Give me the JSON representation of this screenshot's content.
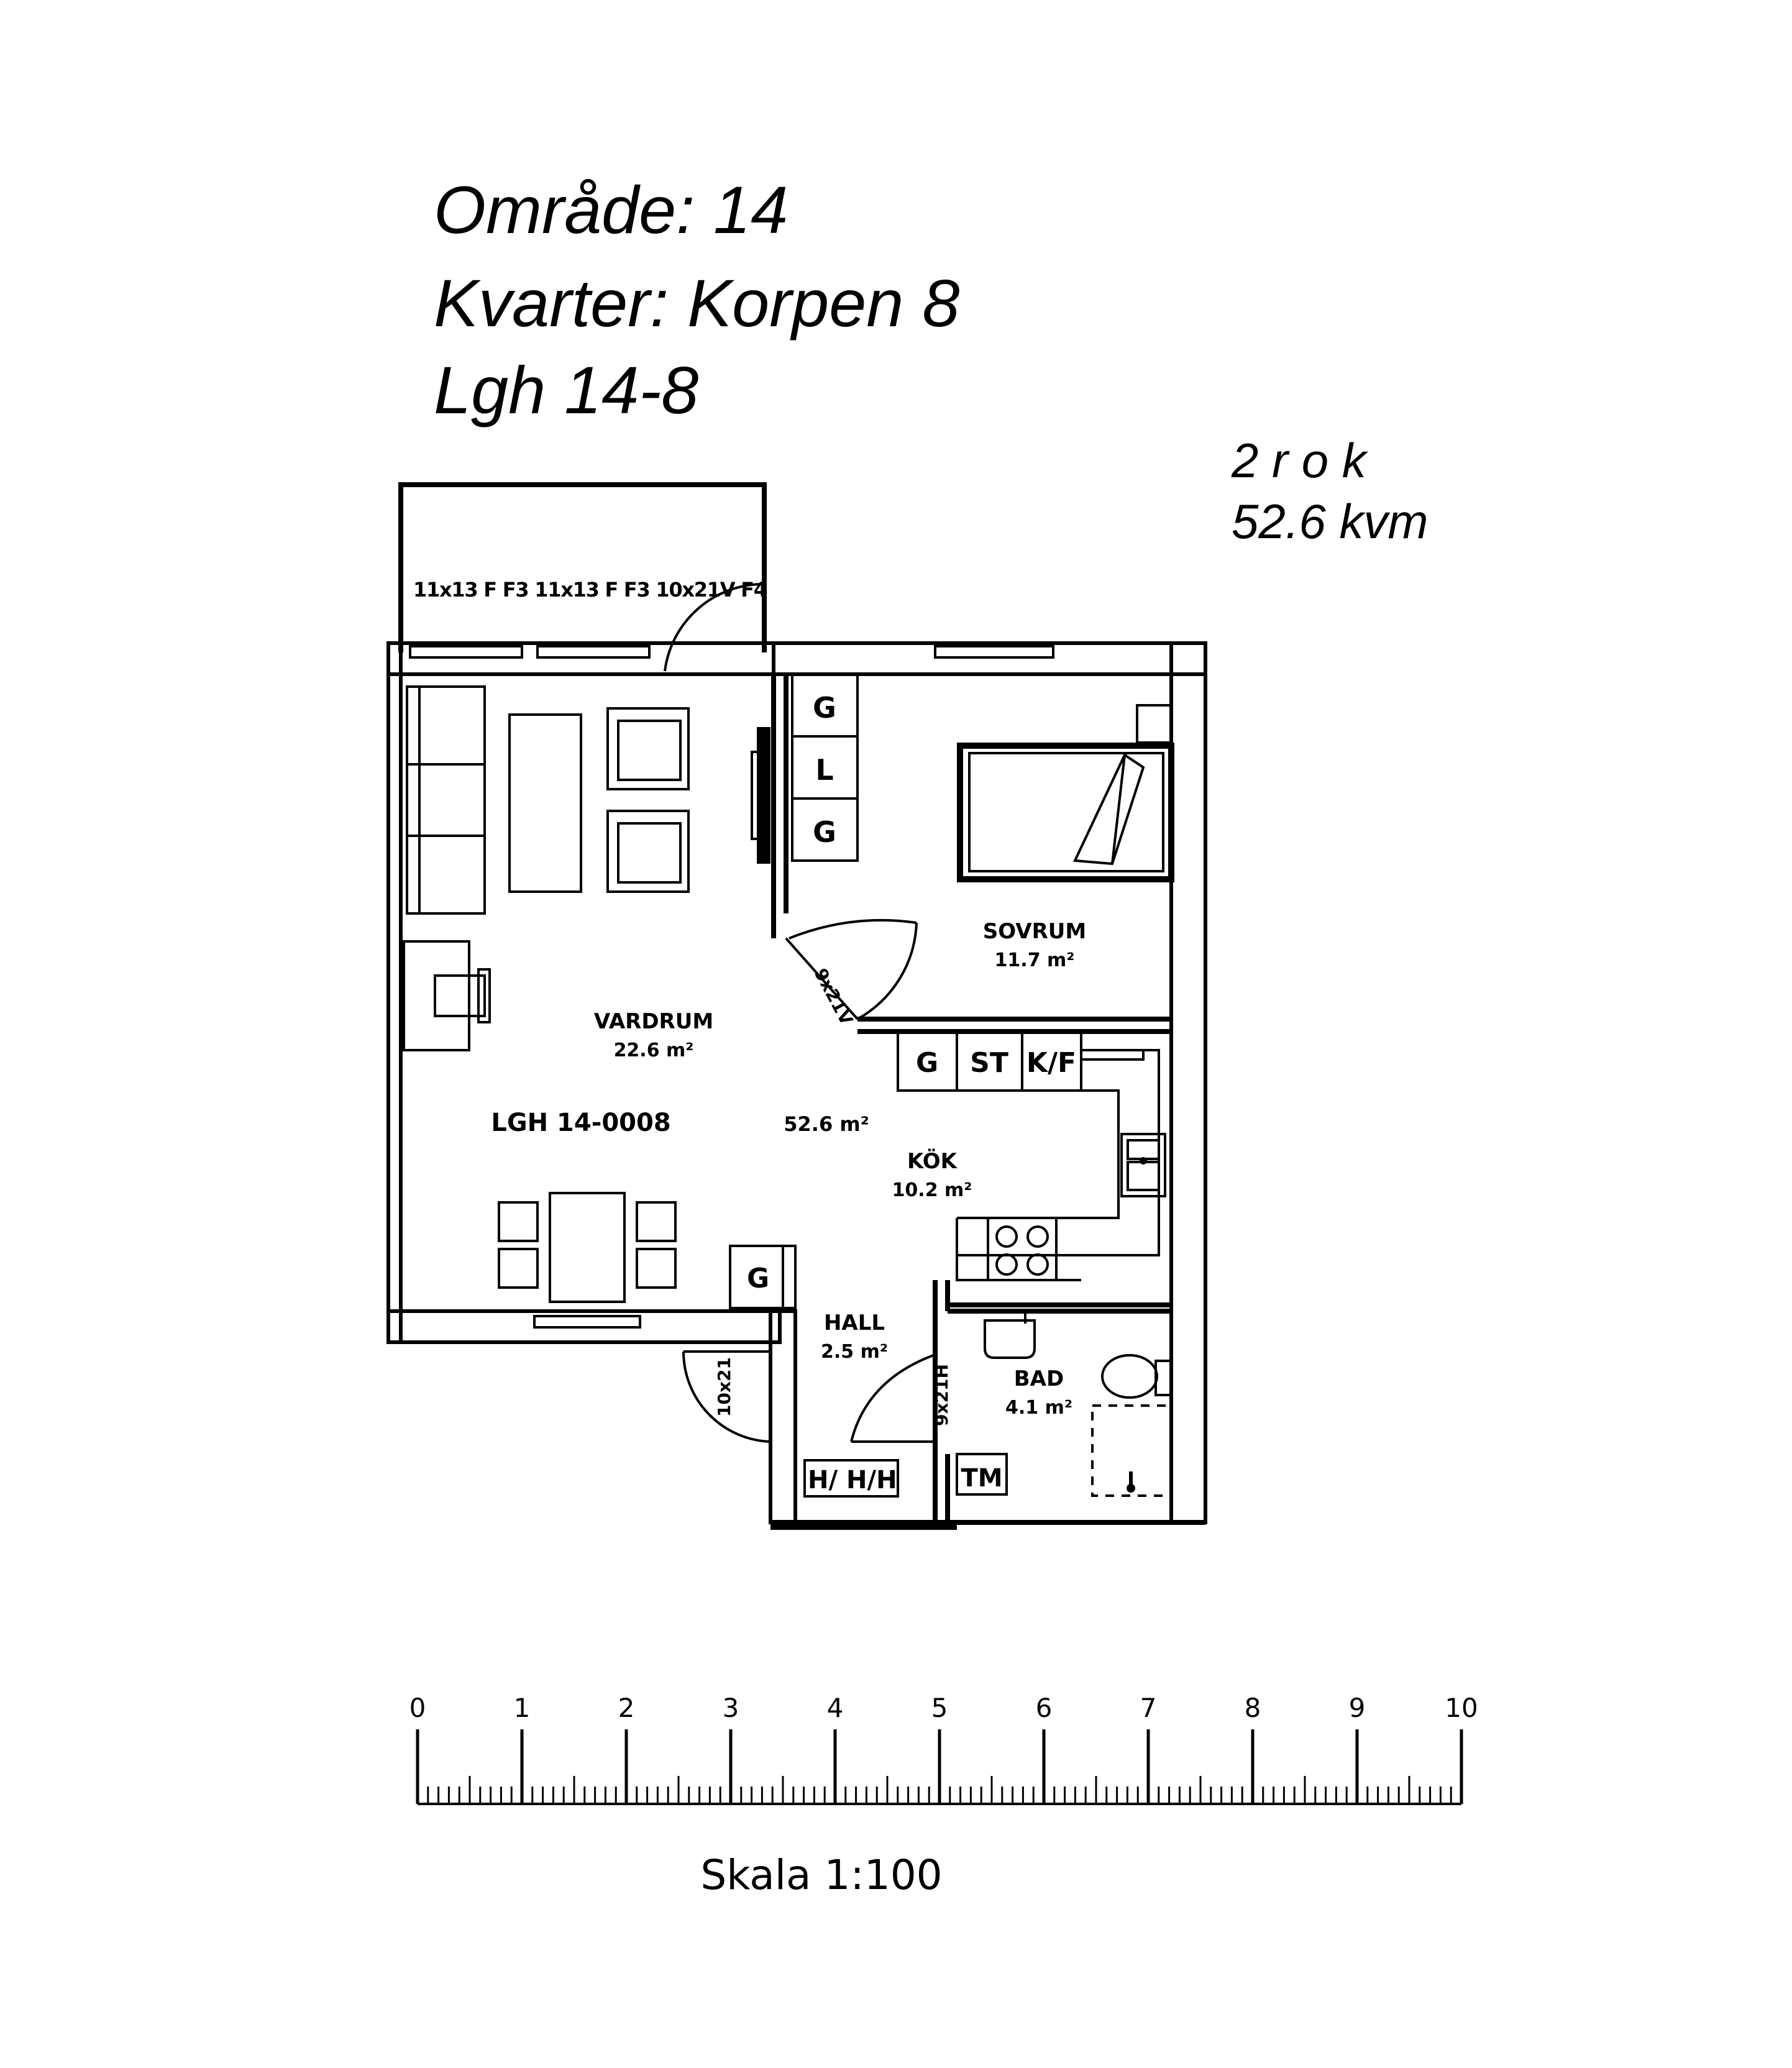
{
  "header": {
    "area_line": "Område: 14",
    "block_line": "Kvarter: Korpen 8",
    "apartment_line": "Lgh 14-8",
    "rooms_line": "2 r o k",
    "size_line": "52.6 kvm"
  },
  "balcony": {
    "window_codes": "11x13 F F3 11x13 F F3 10x21V F4"
  },
  "rooms": {
    "vardagsrum": {
      "name": "VARDRUM",
      "area": "22.6 m²"
    },
    "sovrum": {
      "name": "SOVRUM",
      "area": "11.7 m²"
    },
    "kok": {
      "name": "KÖK",
      "area": "10.2 m²"
    },
    "hall": {
      "name": "HALL",
      "area": "2.5 m²"
    },
    "bad": {
      "name": "BAD",
      "area": "4.1 m²"
    }
  },
  "apartment": {
    "id": "LGH 14-0008",
    "total_area": "52.6 m²"
  },
  "fixtures": {
    "wardrobe_g1": "G",
    "wardrobe_l": "L",
    "wardrobe_g2": "G",
    "kitchen_g": "G",
    "kitchen_st": "ST",
    "kitchen_kf": "K/F",
    "hall_g": "G",
    "bath_tm": "TM",
    "hall_hooks": "H/ H/H"
  },
  "doors": {
    "bedroom_door": "9x21V",
    "entrance_door": "10x21",
    "bath_door": "9x21H"
  },
  "scale": {
    "ticks": [
      "0",
      "1",
      "2",
      "3",
      "4",
      "5",
      "6",
      "7",
      "8",
      "9",
      "10"
    ],
    "caption": "Skala 1:100"
  }
}
